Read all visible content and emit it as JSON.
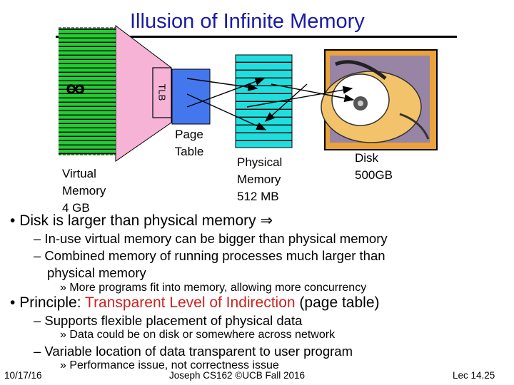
{
  "slide": {
    "title": "Illusion of Infinite Memory",
    "colors": {
      "title": "#1a1aa6",
      "accent": "#cc2222",
      "green_stripes": "#22cc33",
      "cyan_stripes": "#22dddd",
      "tlb_blue": "#4477ee",
      "pink_funnel": "#f6b3d6"
    }
  },
  "diagram": {
    "infinity_symbol": "∞",
    "tlb_label": "TLB",
    "page_table_label": [
      "Page",
      "Table"
    ],
    "virtual_memory_label": [
      "Virtual",
      "Memory",
      "4 GB"
    ],
    "physical_memory_label": [
      "Physical",
      "Memory",
      "512 MB"
    ],
    "disk_label": [
      "Disk",
      "500GB"
    ],
    "disk_icon": "hard-disk-icon"
  },
  "bullets": [
    {
      "text_before": "Disk is larger than physical memory ",
      "symbol": "⇒",
      "sub": [
        {
          "text": "– In-use virtual memory can be bigger than physical memory"
        },
        {
          "text": "– Combined memory of running processes much larger than",
          "cont": "physical memory"
        }
      ],
      "subsub": [
        "» More programs fit into memory, allowing more concurrency"
      ]
    },
    {
      "text_before": "Principle: ",
      "highlight": "Transparent Level of Indirection",
      "text_after": " (page table)",
      "sub": [
        {
          "text": "– Supports flexible placement of physical data"
        },
        {
          "text": "– Variable location of data transparent to user program"
        }
      ],
      "subsub": [
        "» Data could be on disk or somewhere across network",
        "» Performance issue, not correctness issue"
      ]
    }
  ],
  "footer": {
    "date": "10/17/16",
    "center": "Joseph CS162 ©UCB Fall 2016",
    "slide_num": "Lec 14.25"
  }
}
